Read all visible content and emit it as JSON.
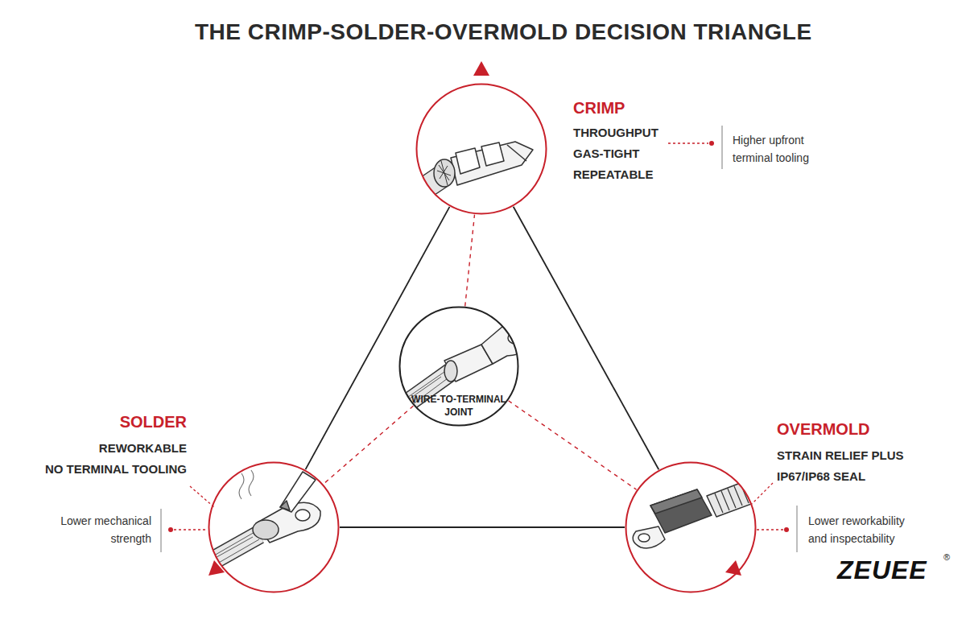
{
  "diagram": {
    "title": "THE CRIMP-SOLDER-OVERMOLD DECISION TRIANGLE",
    "nodes": [
      {
        "text": [
          "CRIMP",
          "THROUGHPUT GAS-TIGHT REPEATABLE"
        ]
      },
      {
        "text": [
          "WIRE-TO-TERMINAL JOINT"
        ]
      },
      {
        "text": [
          "SOLDER",
          "REWORKABLE NO TERMINAL TOOLING"
        ]
      },
      {
        "text": [
          "OVERMOLD",
          "STRAIN RELIEF PLUS IP67/IP68 SEAL"
        ]
      }
    ],
    "edges": [
      {
        "from": 0,
        "to": 2,
        "arrow": "none"
      },
      {
        "from": 0,
        "to": 3,
        "arrow": "none"
      },
      {
        "from": 2,
        "to": 3,
        "arrow": "none"
      },
      {
        "from": 1,
        "to": 0,
        "arrow": "none"
      },
      {
        "from": 1,
        "to": 2,
        "arrow": "none"
      },
      {
        "from": 1,
        "to": 3,
        "arrow": "none"
      }
    ],
    "labels": [
      "Higher upfront terminal tooling",
      "Lower mechanical strength",
      "Lower reworkability and inspectability",
      "ZEUEE",
      "®"
    ]
  }
}
